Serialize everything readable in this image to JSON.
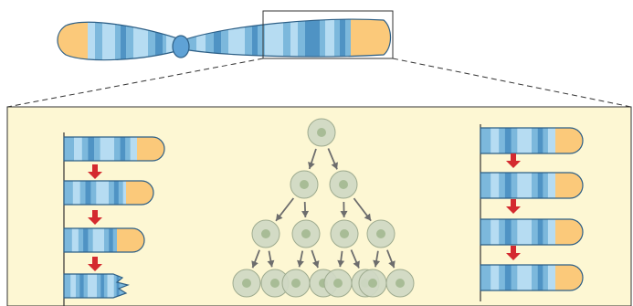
{
  "colors": {
    "background": "#ffffff",
    "panel_fill": "#fdf7d3",
    "panel_stroke": "#333333",
    "chromosome_fill": "#7cb8dc",
    "chromosome_band_light": "#b6dcf2",
    "chromosome_band_dark": "#4f93c4",
    "chromosome_outline": "#2d5f86",
    "telomere_cap": "#fbc97a",
    "centromere": "#5fa2d6",
    "red_arrow": "#d42a2f",
    "gray_arrow": "#6d6d6d",
    "cell_fill": "#cfd8c3",
    "cell_outline": "#9eab8f",
    "cell_nucleus": "#a8bc96"
  },
  "diagram": {
    "top_chromosome": {
      "has_centromere": true,
      "zoom_box": "right-arm"
    },
    "left_panel": {
      "segments": 4,
      "arrows": 3,
      "last_segment": "frayed-end",
      "telomere_caps": [
        true,
        true,
        true,
        false
      ]
    },
    "middle_panel": {
      "tree_rows": [
        1,
        2,
        4,
        8
      ]
    },
    "right_panel": {
      "segments": 4,
      "arrows": 3,
      "telomere_caps": [
        true,
        true,
        true,
        true
      ]
    }
  }
}
